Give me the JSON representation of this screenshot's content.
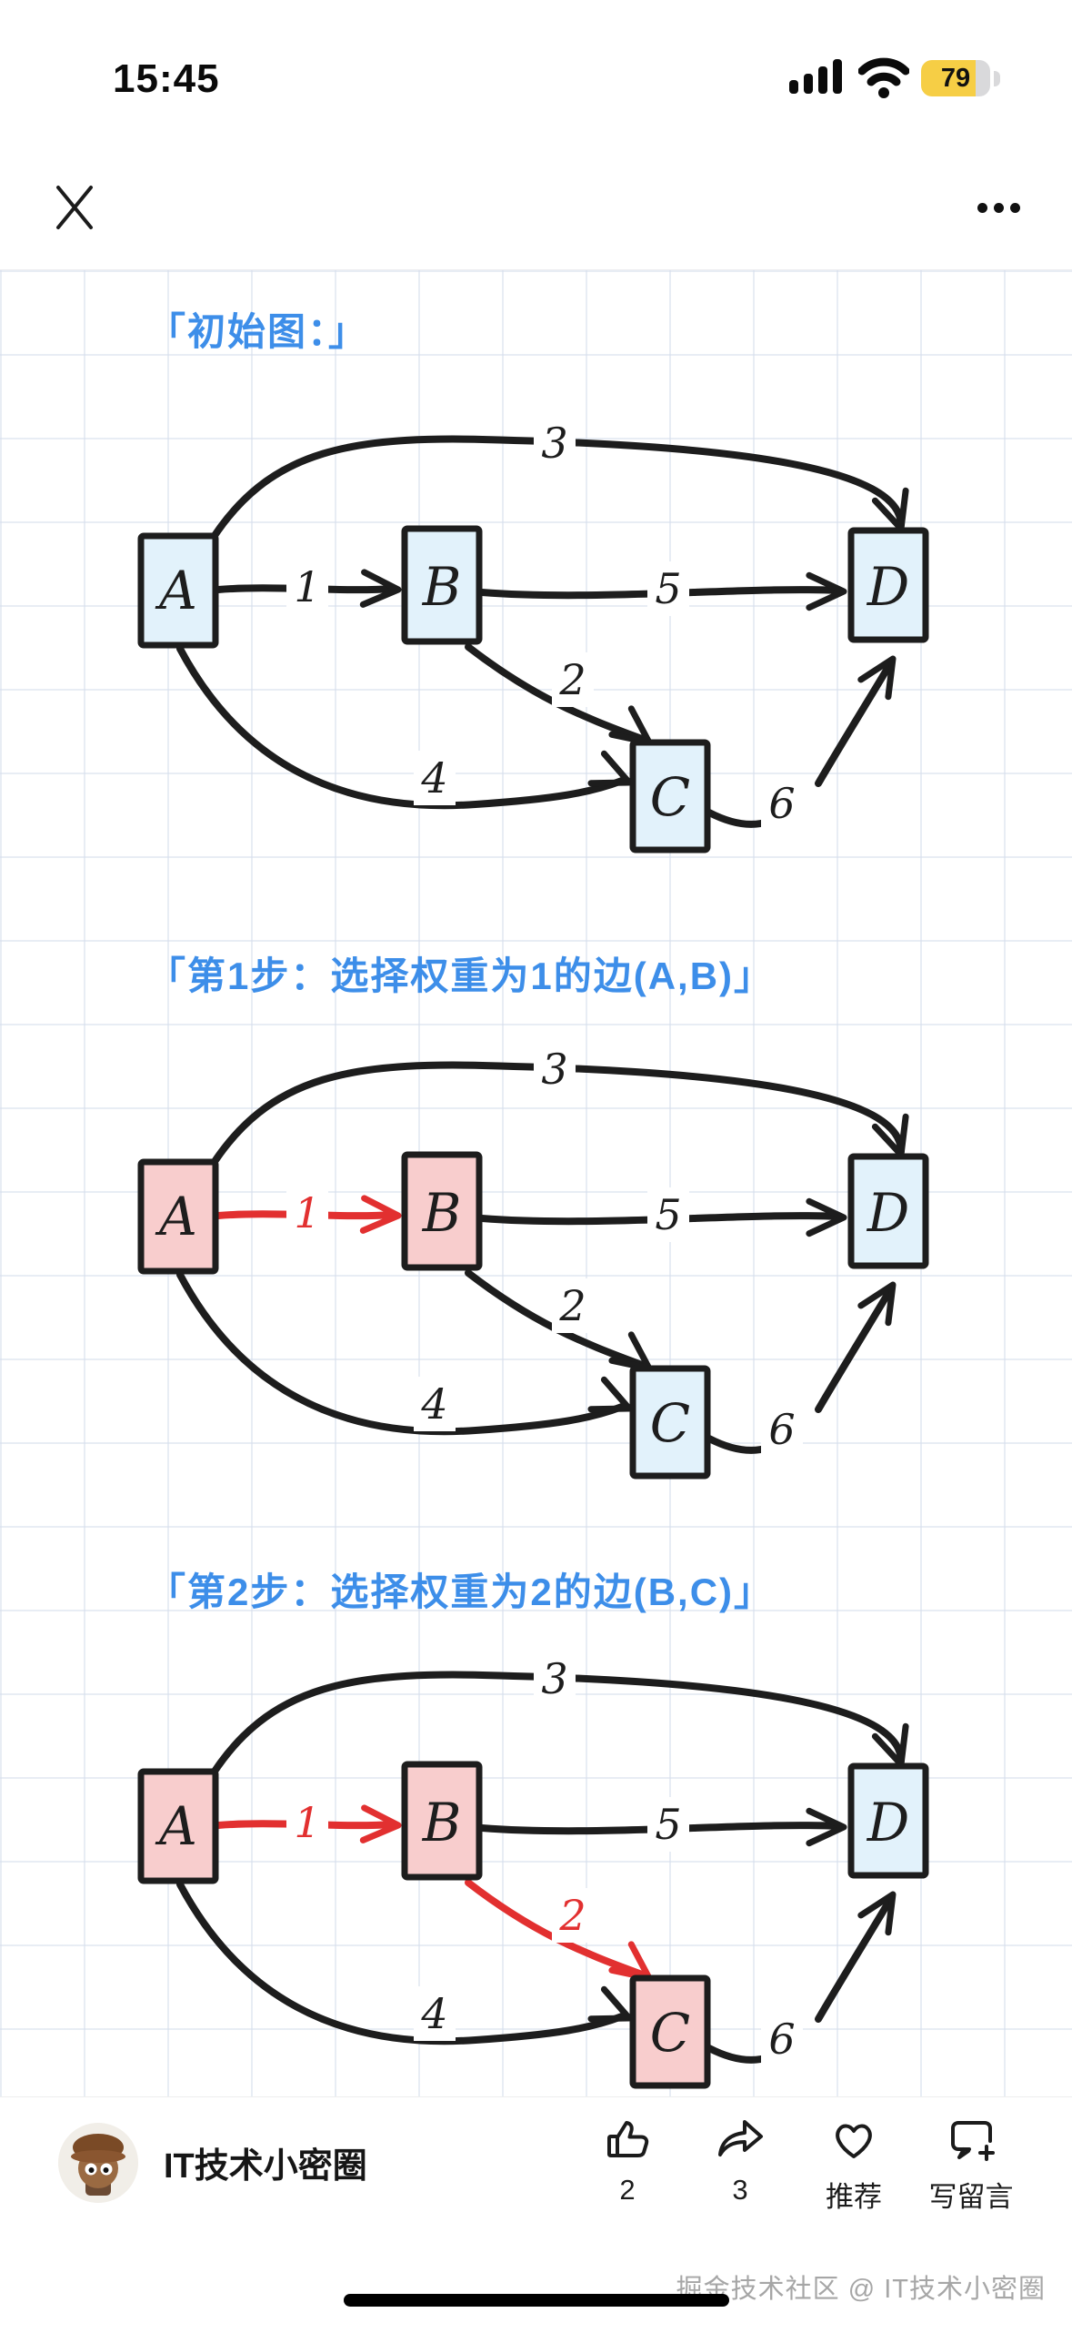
{
  "status_bar": {
    "time": "15:45",
    "battery_percent": "79"
  },
  "colors": {
    "title_blue": "#3d8ee9",
    "ink": "#1d1d1d",
    "red": "#e23030",
    "node_blue": "#e2f2fb",
    "node_pink": "#f8cdcd",
    "battery_yellow": "#f6ce45"
  },
  "diagrams": [
    {
      "name": "initial",
      "title": "「初始图：」",
      "nodes": {
        "A": {
          "label": "A",
          "style": "blue"
        },
        "B": {
          "label": "B",
          "style": "blue"
        },
        "C": {
          "label": "C",
          "style": "blue"
        },
        "D": {
          "label": "D",
          "style": "blue"
        }
      },
      "edges": {
        "AB": {
          "label": "1",
          "style": "ink"
        },
        "AD": {
          "label": "3",
          "style": "ink"
        },
        "BD": {
          "label": "5",
          "style": "ink"
        },
        "BC": {
          "label": "2",
          "style": "ink"
        },
        "AC": {
          "label": "4",
          "style": "ink"
        },
        "CD": {
          "label": "6",
          "style": "ink"
        }
      }
    },
    {
      "name": "step-1",
      "title": "「第1步：选择权重为1的边(A,B)」",
      "nodes": {
        "A": {
          "label": "A",
          "style": "pink"
        },
        "B": {
          "label": "B",
          "style": "pink"
        },
        "C": {
          "label": "C",
          "style": "blue"
        },
        "D": {
          "label": "D",
          "style": "blue"
        }
      },
      "edges": {
        "AB": {
          "label": "1",
          "style": "red"
        },
        "AD": {
          "label": "3",
          "style": "ink"
        },
        "BD": {
          "label": "5",
          "style": "ink"
        },
        "BC": {
          "label": "2",
          "style": "ink"
        },
        "AC": {
          "label": "4",
          "style": "ink"
        },
        "CD": {
          "label": "6",
          "style": "ink"
        }
      }
    },
    {
      "name": "step-2",
      "title": "「第2步：选择权重为2的边(B,C)」",
      "nodes": {
        "A": {
          "label": "A",
          "style": "pink"
        },
        "B": {
          "label": "B",
          "style": "pink"
        },
        "C": {
          "label": "C",
          "style": "pink"
        },
        "D": {
          "label": "D",
          "style": "blue"
        }
      },
      "edges": {
        "AB": {
          "label": "1",
          "style": "red"
        },
        "AD": {
          "label": "3",
          "style": "ink"
        },
        "BD": {
          "label": "5",
          "style": "ink"
        },
        "BC": {
          "label": "2",
          "style": "red"
        },
        "AC": {
          "label": "4",
          "style": "ink"
        },
        "CD": {
          "label": "6",
          "style": "ink"
        }
      }
    }
  ],
  "footer": {
    "author": "IT技术小密圈",
    "like_count": "2",
    "share_count": "3",
    "recommend_label": "推荐",
    "comment_label": "写留言"
  },
  "watermark": "掘金技术社区 @ IT技术小密圈"
}
